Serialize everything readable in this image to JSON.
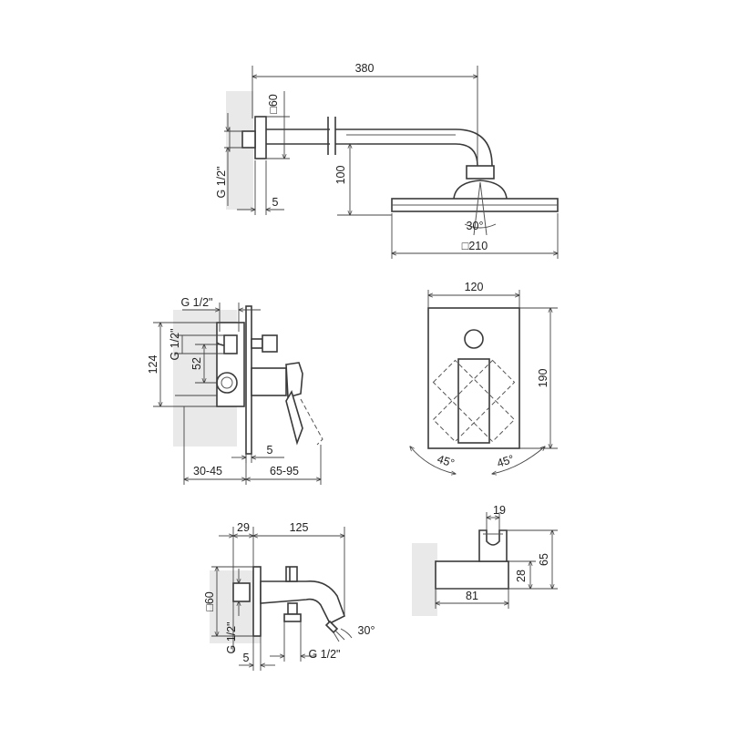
{
  "shower_arm": {
    "length": "380",
    "flange_size": "□60",
    "drop": "100",
    "thread": "G 1/2\"",
    "flange_depth": "5",
    "spray_angle": "30°",
    "head_size": "□210"
  },
  "mixer_side": {
    "thread_top": "G 1/2\"",
    "thread_side": "G 1/2\"",
    "height": "124",
    "spacing": "52",
    "plate_depth": "5",
    "body_depth": "30-45",
    "handle_depth": "65-95"
  },
  "mixer_front": {
    "width": "120",
    "height": "190",
    "angle_left": "45°",
    "angle_right": "45°"
  },
  "spout": {
    "flange_depth_top": "29",
    "length": "125",
    "flange_size": "□60",
    "thread_left": "G 1/2\"",
    "thread_bottom": "G 1/2\"",
    "flange_depth": "5",
    "angle": "30°"
  },
  "holder": {
    "cradle_width": "19",
    "height": "65",
    "arm_height": "28",
    "depth": "81"
  }
}
